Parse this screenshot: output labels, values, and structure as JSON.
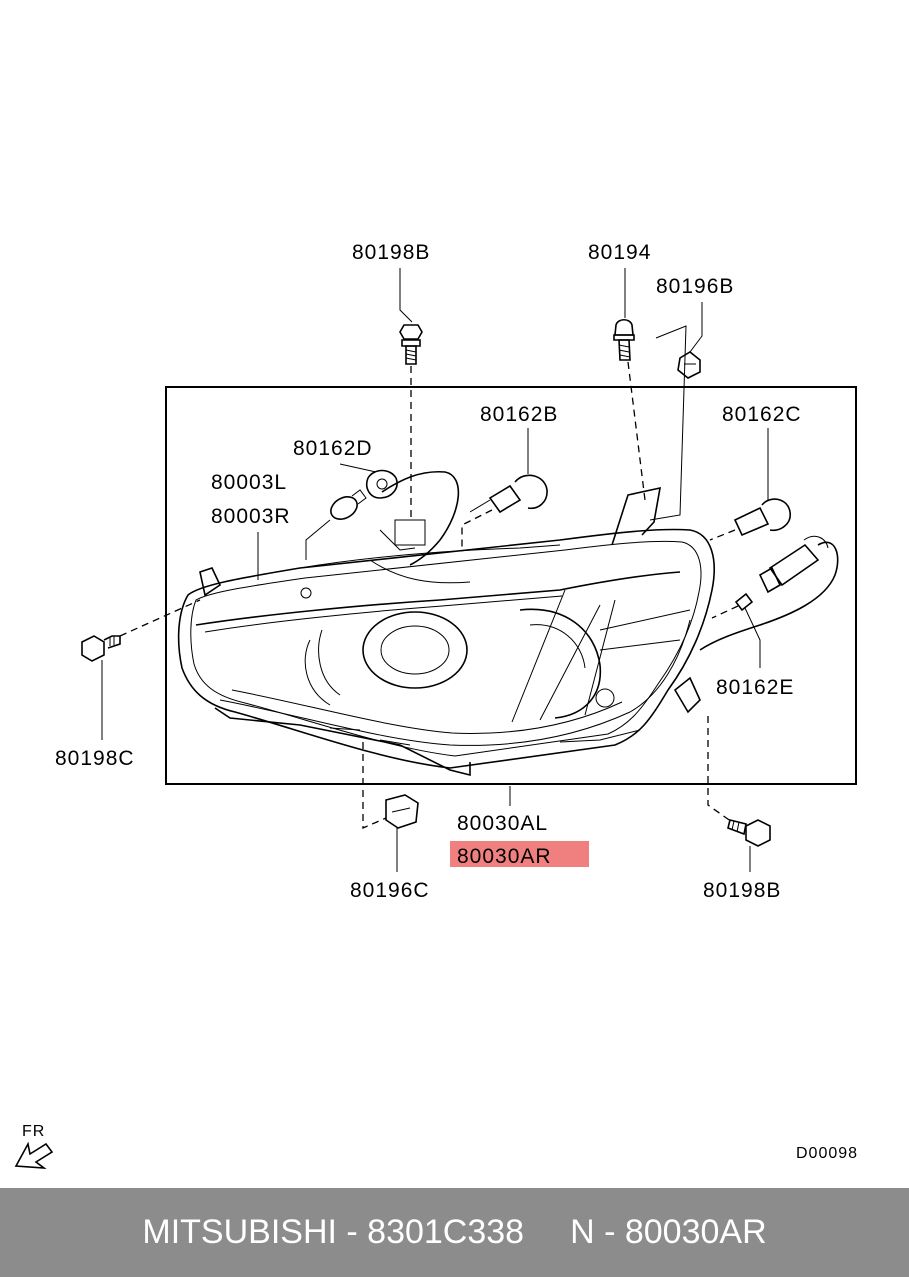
{
  "diagram": {
    "part_labels": {
      "p80198b_top": "80198B",
      "p80194": "80194",
      "p80196b": "80196B",
      "p80162b": "80162B",
      "p80162c": "80162C",
      "p80162d": "80162D",
      "p80003l": "80003L",
      "p80003r": "80003R",
      "p80198c": "80198C",
      "p80162e": "80162E",
      "p80030al": "80030AL",
      "p80030ar": "80030AR",
      "p80196c": "80196C",
      "p80198b_bottom": "80198B"
    },
    "highlight_color": "#f08080",
    "direction_label": "FR",
    "diagram_code": "D00098"
  },
  "footer": {
    "brand_part": "MITSUBISHI - 8301C338",
    "ref_part": "N - 80030AR",
    "background": "#8c8c8c"
  }
}
